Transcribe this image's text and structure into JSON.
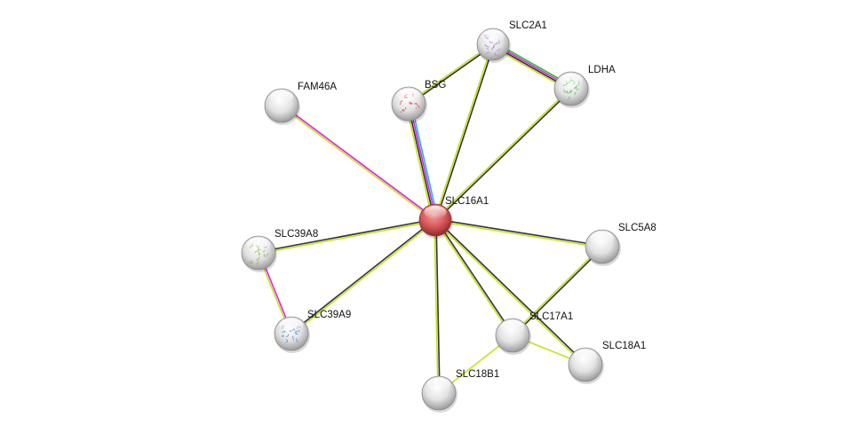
{
  "network": {
    "colors": {
      "textmining": "#c7e01f",
      "coexpression": "#333333",
      "experiments": "#e11fe1",
      "databases": "#1fb8e1",
      "neighborhood": "#22c02b",
      "query_node": "#d9595b",
      "node": "#e6e6e6"
    },
    "nodes": [
      {
        "id": "SLC16A1",
        "label": "SLC16A1",
        "query": true,
        "structure": false
      },
      {
        "id": "SLC2A1",
        "label": "SLC2A1",
        "query": false,
        "structure": true,
        "structure_color": "#b58ad8"
      },
      {
        "id": "LDHA",
        "label": "LDHA",
        "query": false,
        "structure": true,
        "structure_color": "#5fc85f"
      },
      {
        "id": "BSG",
        "label": "BSG",
        "query": false,
        "structure": true,
        "structure_color": "#d9554d"
      },
      {
        "id": "FAM46A",
        "label": "FAM46A",
        "query": false,
        "structure": false
      },
      {
        "id": "SLC39A8",
        "label": "SLC39A8",
        "query": false,
        "structure": true,
        "structure_color": "#7fb84a"
      },
      {
        "id": "SLC39A9",
        "label": "SLC39A9",
        "query": false,
        "structure": true,
        "structure_color": "#4a8fd0"
      },
      {
        "id": "SLC5A8",
        "label": "SLC5A8",
        "query": false,
        "structure": false
      },
      {
        "id": "SLC17A1",
        "label": "SLC17A1",
        "query": false,
        "structure": false
      },
      {
        "id": "SLC18A1",
        "label": "SLC18A1",
        "query": false,
        "structure": false
      },
      {
        "id": "SLC18B1",
        "label": "SLC18B1",
        "query": false,
        "structure": false
      }
    ],
    "edges": [
      {
        "from": "SLC2A1",
        "to": "LDHA",
        "evidence": [
          "neighborhood",
          "experiments",
          "coexpression",
          "textmining"
        ]
      },
      {
        "from": "SLC2A1",
        "to": "BSG",
        "evidence": [
          "coexpression",
          "textmining"
        ]
      },
      {
        "from": "SLC2A1",
        "to": "SLC16A1",
        "evidence": [
          "coexpression",
          "textmining"
        ]
      },
      {
        "from": "LDHA",
        "to": "SLC16A1",
        "evidence": [
          "coexpression",
          "textmining"
        ]
      },
      {
        "from": "BSG",
        "to": "SLC16A1",
        "evidence": [
          "databases",
          "experiments",
          "coexpression",
          "textmining"
        ]
      },
      {
        "from": "FAM46A",
        "to": "SLC16A1",
        "evidence": [
          "experiments",
          "textmining"
        ]
      },
      {
        "from": "SLC39A8",
        "to": "SLC16A1",
        "evidence": [
          "coexpression",
          "textmining"
        ]
      },
      {
        "from": "SLC39A8",
        "to": "SLC39A9",
        "evidence": [
          "experiments",
          "textmining"
        ]
      },
      {
        "from": "SLC39A9",
        "to": "SLC16A1",
        "evidence": [
          "coexpression",
          "textmining"
        ]
      },
      {
        "from": "SLC16A1",
        "to": "SLC5A8",
        "evidence": [
          "coexpression",
          "textmining"
        ]
      },
      {
        "from": "SLC16A1",
        "to": "SLC17A1",
        "evidence": [
          "coexpression",
          "textmining"
        ]
      },
      {
        "from": "SLC16A1",
        "to": "SLC18A1",
        "evidence": [
          "coexpression",
          "textmining"
        ]
      },
      {
        "from": "SLC16A1",
        "to": "SLC18B1",
        "evidence": [
          "coexpression",
          "textmining"
        ]
      },
      {
        "from": "SLC5A8",
        "to": "SLC17A1",
        "evidence": [
          "coexpression",
          "textmining"
        ]
      },
      {
        "from": "SLC17A1",
        "to": "SLC18A1",
        "evidence": [
          "textmining"
        ]
      },
      {
        "from": "SLC17A1",
        "to": "SLC18B1",
        "evidence": [
          "textmining"
        ]
      }
    ]
  }
}
